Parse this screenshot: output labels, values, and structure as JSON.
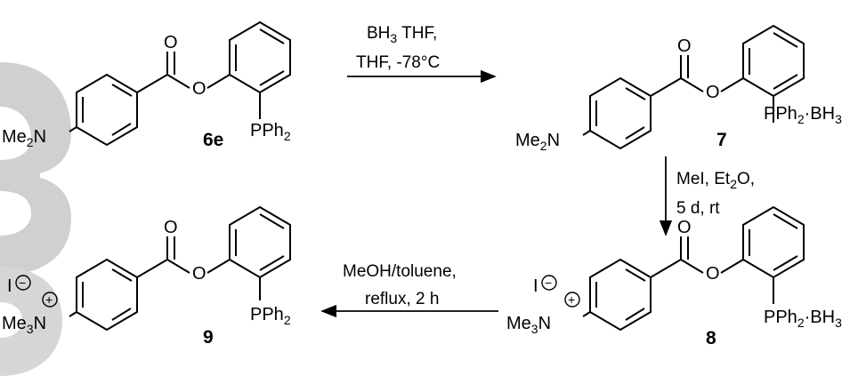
{
  "compounds": [
    {
      "id": "6e",
      "number": "6e",
      "amine": "Me",
      "amine_n": "2",
      "amine_end": "N",
      "phosphine": "PPh",
      "phosphine_n": "2",
      "borane_dot": "",
      "borane": "",
      "borane_n": ""
    },
    {
      "id": "7",
      "number": "7",
      "amine": "Me",
      "amine_n": "2",
      "amine_end": "N",
      "phosphine": "PPh",
      "phosphine_n": "2",
      "borane_dot": "·",
      "borane": "BH",
      "borane_n": "3"
    },
    {
      "id": "8",
      "number": "8",
      "amine": "Me",
      "amine_n": "3",
      "amine_end": "N",
      "charge": "+",
      "counterion": "I",
      "counter_charge": "−",
      "phosphine": "PPh",
      "phosphine_n": "2",
      "borane_dot": "·",
      "borane": "BH",
      "borane_n": "3"
    },
    {
      "id": "9",
      "number": "9",
      "amine": "Me",
      "amine_n": "3",
      "amine_end": "N",
      "charge": "+",
      "counterion": "I",
      "counter_charge": "−",
      "phosphine": "PPh",
      "phosphine_n": "2",
      "borane_dot": "",
      "borane": "",
      "borane_n": ""
    }
  ],
  "atoms": {
    "carbonyl_o": "O",
    "ester_o": "O"
  },
  "reactions": [
    {
      "id": "r1",
      "line1_a": "BH",
      "line1_sub": "3",
      "line1_b": " THF,",
      "line2": "THF, -78°C"
    },
    {
      "id": "r2",
      "line1_a": "MeI, Et",
      "line1_sub": "2",
      "line1_b": "O,",
      "line2": "5 d, rt"
    },
    {
      "id": "r3",
      "line1": "MeOH/toluene,",
      "line2": "reflux, 2 h"
    }
  ],
  "colors": {
    "ink": "#000000",
    "watermark": "#cfcfcf"
  }
}
